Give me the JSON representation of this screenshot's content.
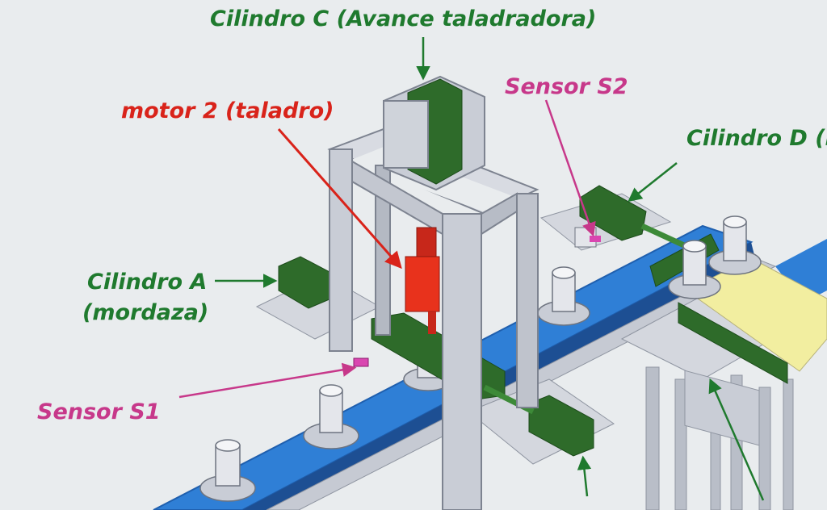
{
  "labels": {
    "cilindro_c": "Cilindro C (Avance taladradora)",
    "motor2": "motor 2 (taladro)",
    "sensor_s2": "Sensor S2",
    "cilindro_d": "Cilindro D (l",
    "cilindro_a_line1": "Cilindro A",
    "cilindro_a_line2": "(mordaza)",
    "sensor_s1": "Sensor S1"
  },
  "colors": {
    "green_label": "#1f7a2e",
    "red_label": "#d9231a",
    "pink_label": "#c7388a",
    "conveyor_blue": "#2f7fd6",
    "frame_gray": "#c9cdd6",
    "cylinder_green": "#2e6b2a",
    "motor_red": "#e8321c",
    "workpiece_yellow": "#f2eea0"
  }
}
